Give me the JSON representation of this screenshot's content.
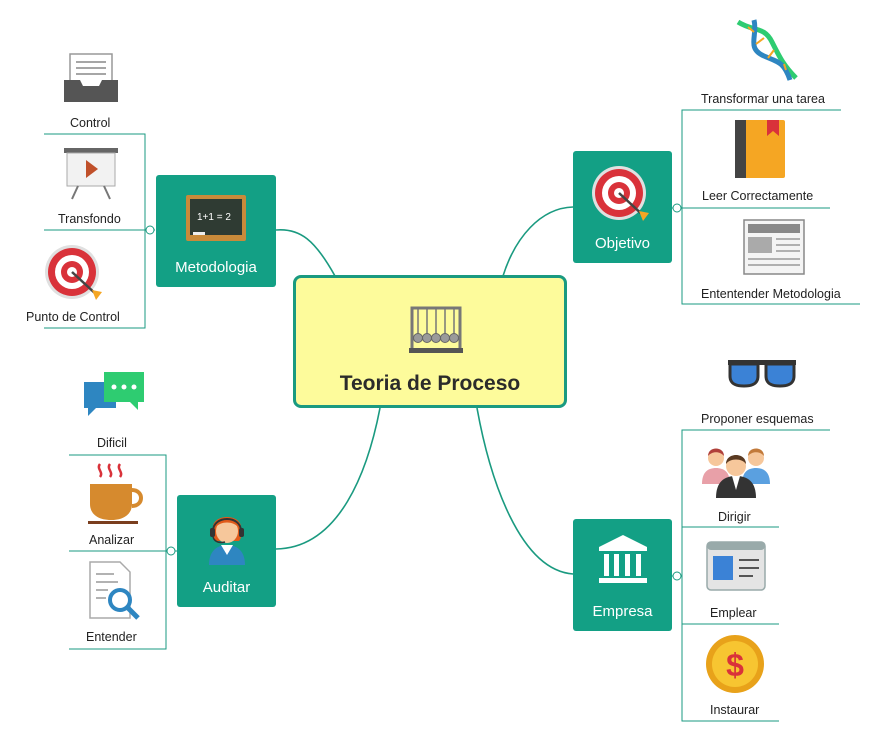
{
  "center": {
    "title": "Teoria de Proceso",
    "icon": "newtons-cradle-icon"
  },
  "topics": {
    "metodologia": {
      "label": "Metodologia",
      "icon": "chalkboard-icon",
      "children": [
        {
          "label": "Control",
          "icon": "document-tray-icon"
        },
        {
          "label": "Transfondo",
          "icon": "presentation-board-icon"
        },
        {
          "label": "Punto de Control",
          "icon": "target-icon"
        }
      ]
    },
    "auditar": {
      "label": "Auditar",
      "icon": "support-agent-icon",
      "children": [
        {
          "label": "Dificil",
          "icon": "chat-bubbles-icon"
        },
        {
          "label": "Analizar",
          "icon": "coffee-cup-icon"
        },
        {
          "label": "Entender",
          "icon": "document-search-icon"
        }
      ]
    },
    "objetivo": {
      "label": "Objetivo",
      "icon": "target-icon",
      "children": [
        {
          "label": "Transformar una tarea",
          "icon": "dna-icon"
        },
        {
          "label": "Leer Correctamente",
          "icon": "book-icon"
        },
        {
          "label": "Ententender Metodologia",
          "icon": "newspaper-icon"
        }
      ]
    },
    "empresa": {
      "label": "Empresa",
      "icon": "bank-building-icon",
      "children": [
        {
          "label": "Proponer esquemas",
          "icon": "glasses-icon"
        },
        {
          "label": "Dirigir",
          "icon": "business-team-icon"
        },
        {
          "label": "Emplear",
          "icon": "id-card-icon"
        },
        {
          "label": "Instaurar",
          "icon": "dollar-coin-icon"
        }
      ]
    }
  },
  "colors": {
    "topic": "#13a085",
    "center_fill": "#fdfb9b",
    "center_border": "#1a9a80",
    "connector": "#1a9a80"
  }
}
